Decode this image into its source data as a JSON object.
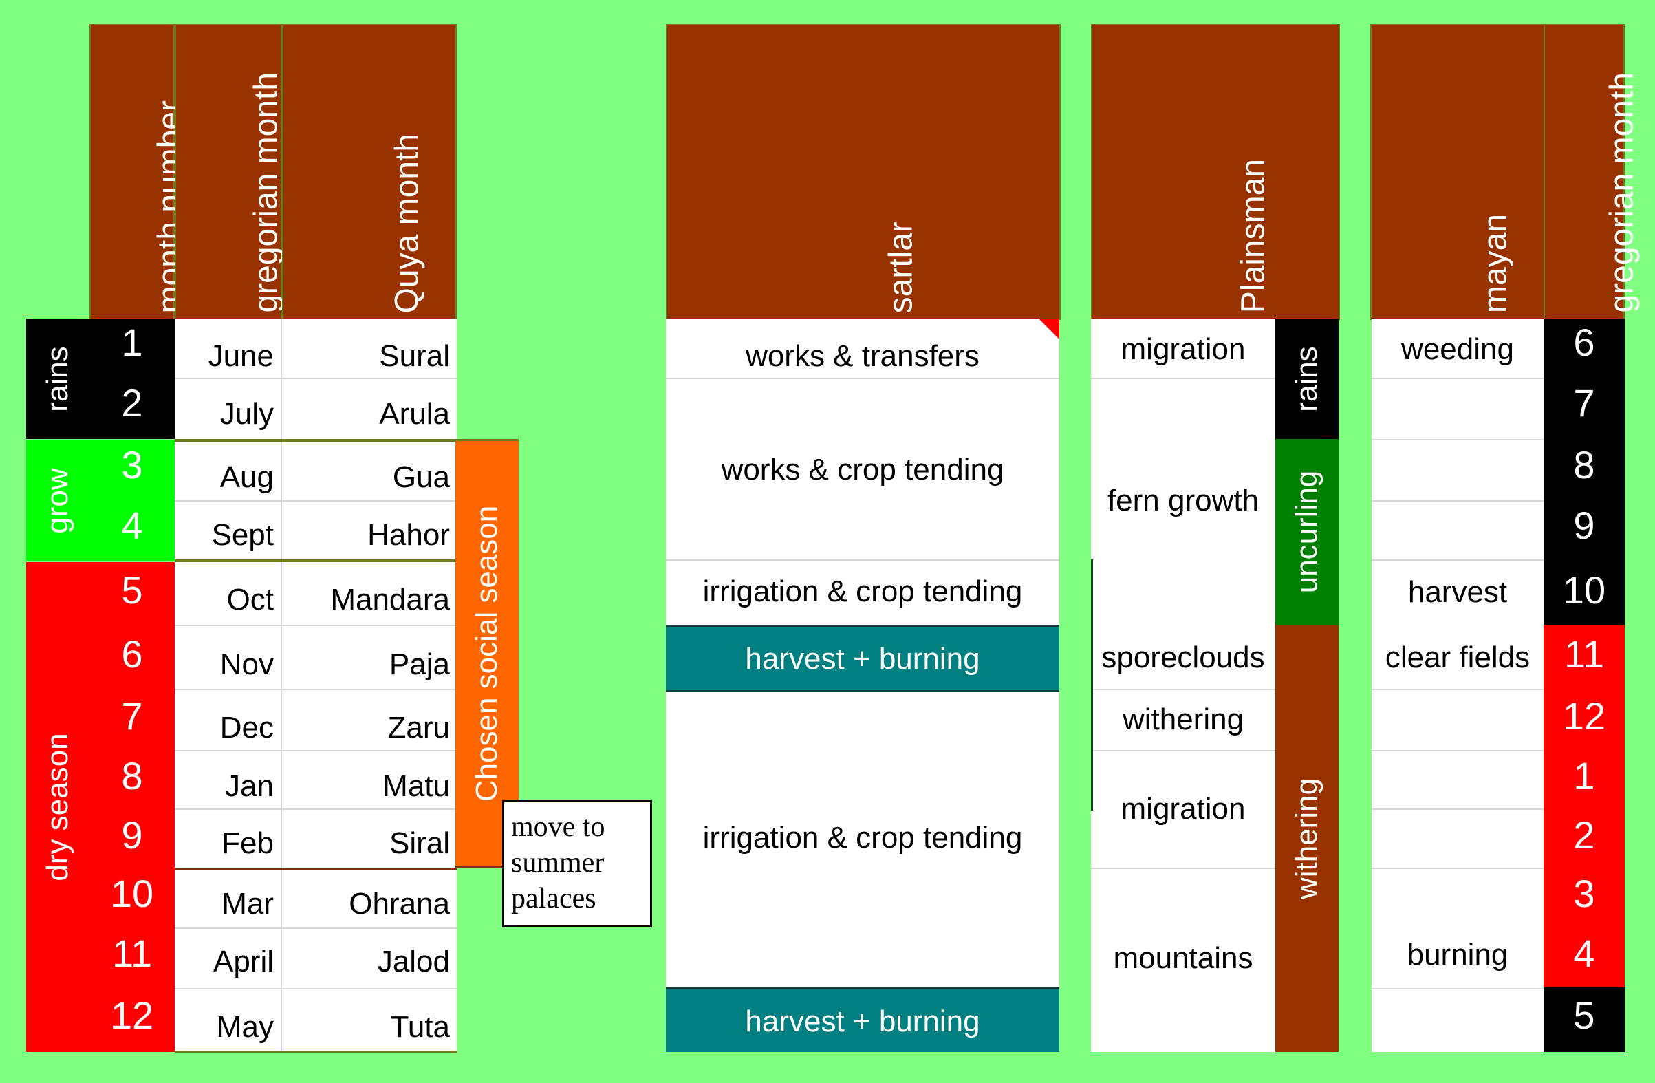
{
  "headers": {
    "month_number": "month number",
    "gregorian_month": "gregorian month",
    "quya_month": "Quya month",
    "sartlar": "sartlar",
    "plainsman": "Plainsman",
    "mayan": "mayan",
    "gregorian_month_right": "gregorian month"
  },
  "seasons": {
    "rains": "rains",
    "grow": "grow",
    "dry": "dry season"
  },
  "rows": [
    {
      "num": "1",
      "greg": "June",
      "quya": "Sural"
    },
    {
      "num": "2",
      "greg": "July",
      "quya": "Arula"
    },
    {
      "num": "3",
      "greg": "Aug",
      "quya": "Gua"
    },
    {
      "num": "4",
      "greg": "Sept",
      "quya": "Hahor"
    },
    {
      "num": "5",
      "greg": "Oct",
      "quya": "Mandara"
    },
    {
      "num": "6",
      "greg": "Nov",
      "quya": "Paja"
    },
    {
      "num": "7",
      "greg": "Dec",
      "quya": "Zaru"
    },
    {
      "num": "8",
      "greg": "Jan",
      "quya": "Matu"
    },
    {
      "num": "9",
      "greg": "Feb",
      "quya": "Siral"
    },
    {
      "num": "10",
      "greg": "Mar",
      "quya": "Ohrana"
    },
    {
      "num": "11",
      "greg": "April",
      "quya": "Jalod"
    },
    {
      "num": "12",
      "greg": "May",
      "quya": "Tuta"
    }
  ],
  "social_season": "Chosen social season",
  "note": "move to summer palaces",
  "sartlar": {
    "r1": "works & transfers",
    "r2": "works & crop tending",
    "r3": "irrigation & crop tending",
    "r4": "harvest + burning",
    "r5": "irrigation & crop tending",
    "r6": "harvest + burning"
  },
  "plainsman": {
    "migration1": "migration",
    "fern": "fern growth",
    "spore": "sporeclouds",
    "withering": "withering",
    "migration2": "migration",
    "mountains": "mountains",
    "band_rains": "rains",
    "band_uncurling": "uncurling",
    "band_withering": "withering"
  },
  "mayan": {
    "weeding": "weeding",
    "harvest": "harvest",
    "clear": "clear fields",
    "burning": "burning"
  },
  "right_nums": [
    "6",
    "7",
    "8",
    "9",
    "10",
    "11",
    "12",
    "1",
    "2",
    "3",
    "4",
    "5"
  ],
  "colors": {
    "background": "#80ff80",
    "header": "#983300",
    "rains": "#000000",
    "grow": "#00ff00",
    "dry": "#ff0000",
    "social": "#ff6600",
    "harvest": "#008080",
    "uncurling": "#008000",
    "withering": "#983300"
  }
}
